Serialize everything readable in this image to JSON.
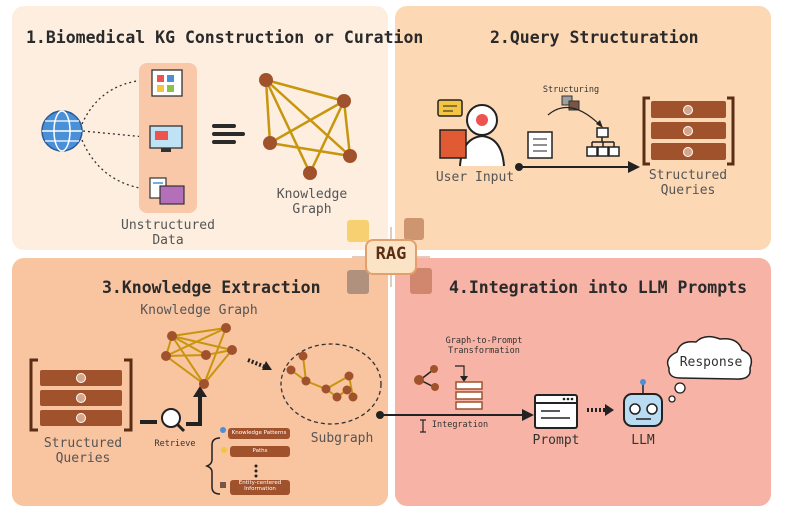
{
  "panels": {
    "construction": {
      "title": "1.Biomedical KG Construction or Curation",
      "unstructured_label": "Unstructured\nData",
      "kg_label": "Knowledge\nGraph"
    },
    "structuration": {
      "title": "2.Query Structuration",
      "structuring_label": "Structuring",
      "user_input_label": "User Input",
      "structured_queries_label": "Structured\nQueries"
    },
    "extraction": {
      "title": "3.Knowledge Extraction",
      "kg_label": "Knowledge Graph",
      "structured_queries_label": "Structured\nQueries",
      "retrieve_label": "Retrieve",
      "subgraph_label": "Subgraph",
      "items": [
        "Knowledge Patterns",
        "Paths",
        "Entity-centered\nInformation"
      ]
    },
    "integration": {
      "title": "4.Integration into LLM Prompts",
      "transformation_label": "Graph-to-Prompt\nTransformation",
      "integration_label": "Integration",
      "prompt_label": "Prompt",
      "llm_label": "LLM",
      "response_label": "Response"
    }
  },
  "center": {
    "label": "RAG"
  },
  "icons": [
    "globe-icon",
    "document-stack-icon",
    "monitor-icon",
    "folder-icon",
    "arrow-lines-icon",
    "user-headset-icon",
    "chat-bubble-icon",
    "document-icon",
    "hierarchy-icon",
    "cubes-icon",
    "magnifier-icon",
    "robot-icon",
    "browser-window-icon",
    "cloud-icon",
    "stack-icon",
    "share-nodes-icon"
  ],
  "colors": {
    "panel1": "#fdeee0",
    "panel2": "#fcd8b4",
    "panel3": "#f9c4a0",
    "panel4": "#f7b3a5",
    "node": "#a0522d",
    "edge": "#c8960c"
  }
}
